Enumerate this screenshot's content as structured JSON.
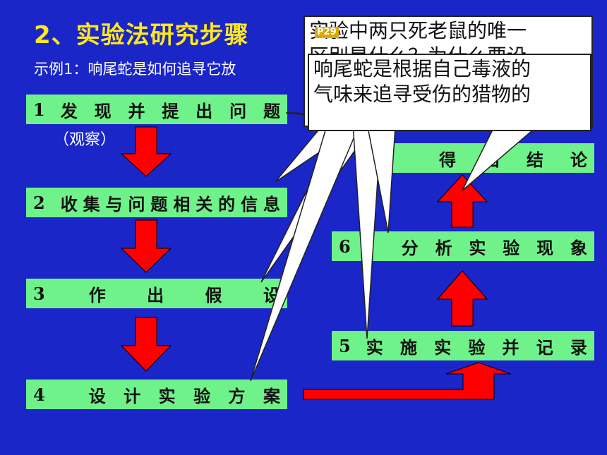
{
  "slide": {
    "title": "2、实验法研究步骤",
    "example": "示例1：响尾蛇是如何追寻它放",
    "observe_note": "（观察）"
  },
  "steps": [
    {
      "num": "1",
      "text": "发现并提出问题"
    },
    {
      "num": "2",
      "text": "收集与问题相关的信息"
    },
    {
      "num": "3",
      "text": "作出假设"
    },
    {
      "num": "4",
      "text": "设计实验方案"
    },
    {
      "num": "5",
      "text": "实施实验并记录"
    },
    {
      "num": "6",
      "text": "分析实验现象"
    },
    {
      "num": "",
      "text": "得出结论"
    }
  ],
  "callouts": {
    "back_line1": "实验中两只死老鼠的唯一",
    "back_line2": "区别是什么？为什么要设",
    "front_line1": "响尾蛇是根据自己毒液的",
    "front_line2": "气味来追寻受伤的猎物的",
    "badge": "P29"
  },
  "colors": {
    "background": "#1a26c8",
    "step_box": "#6ff28a",
    "arrow": "#ff0000",
    "title": "#ffe81a"
  }
}
